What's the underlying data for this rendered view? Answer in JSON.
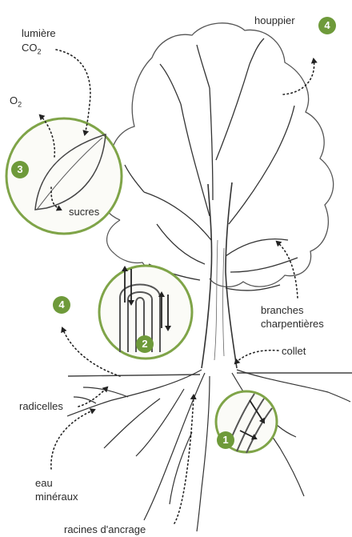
{
  "labels": {
    "light": "lumière",
    "co2_base": "CO",
    "co2_sub": "2",
    "o2_base": "O",
    "o2_sub": "2",
    "sugars": "sucres",
    "crown": "houppier",
    "main_branches_line1": "branches",
    "main_branches_line2": "charpentières",
    "collar": "collet",
    "rootlets": "radicelles",
    "water_line1": "eau",
    "water_line2": "minéraux",
    "anchor_roots": "racines d'ancrage"
  },
  "badges": {
    "one": "1",
    "two": "2",
    "three": "3",
    "four_crown": "4",
    "four_roots": "4"
  },
  "colors": {
    "badge_green": "#6e9a3a",
    "circle_border": "#7fa448",
    "line": "#333333"
  }
}
